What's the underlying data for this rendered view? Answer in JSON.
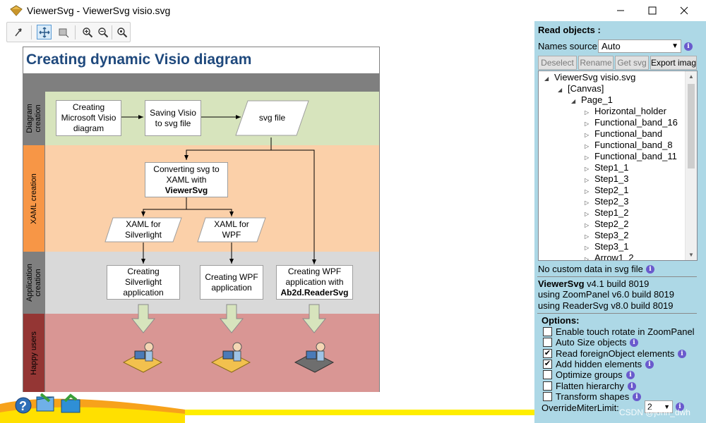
{
  "window": {
    "title": "ViewerSvg - ViewerSvg visio.svg",
    "min_glyph": "—",
    "max_glyph": "☐",
    "close_glyph": "✕"
  },
  "toolbar": {
    "icons": [
      "select-arrow-icon",
      "pan-icon",
      "zoom-rect-icon",
      "zoom-in-icon",
      "zoom-out-icon",
      "zoom-fit-icon"
    ]
  },
  "diagram": {
    "title": "Creating dynamic Visio diagram",
    "lanes": [
      {
        "label": "Diagram creation",
        "color": "#d7e4bd"
      },
      {
        "label": "XAML creation",
        "color": "#fbd0a9"
      },
      {
        "label": "Application creation",
        "color": "#d9d9d9"
      },
      {
        "label": "Happy users",
        "color": "#d99694"
      }
    ],
    "boxes": {
      "create_visio": "Creating Microsoft Visio diagram",
      "saving_visio": "Saving Visio to svg file",
      "svg_file": "svg file",
      "converting_line1": "Converting svg to XAML with",
      "converting_bold": "ViewerSvg",
      "xaml_silverlight": "XAML for Silverlight",
      "xaml_wpf": "XAML for WPF",
      "silverlight_app": "Creating Silverlight application",
      "wpf_app": "Creating WPF application",
      "wpf_app_with_line1": "Creating WPF application with",
      "wpf_app_with_bold": "Ab2d.ReaderSvg"
    }
  },
  "panel": {
    "read_objects": "Read objects",
    "read_objects_colon": " :",
    "names_source_label": "Names source:",
    "names_source_value": "Auto",
    "buttons": {
      "deselect": "Deselect",
      "rename": "Rename",
      "get_svg": "Get svg",
      "export": "Export imag"
    },
    "tree": [
      {
        "label": "ViewerSvg visio.svg",
        "level": 0,
        "expander": "◢"
      },
      {
        "label": "[Canvas]",
        "level": 1,
        "expander": "◢"
      },
      {
        "label": "Page_1",
        "level": 2,
        "expander": "◢"
      },
      {
        "label": "Horizontal_holder",
        "level": 3,
        "expander": "▷"
      },
      {
        "label": "Functional_band_16",
        "level": 3,
        "expander": "▷"
      },
      {
        "label": "Functional_band",
        "level": 3,
        "expander": "▷"
      },
      {
        "label": "Functional_band_8",
        "level": 3,
        "expander": "▷"
      },
      {
        "label": "Functional_band_11",
        "level": 3,
        "expander": "▷"
      },
      {
        "label": "Step1_1",
        "level": 3,
        "expander": "▷"
      },
      {
        "label": "Step1_3",
        "level": 3,
        "expander": "▷"
      },
      {
        "label": "Step2_1",
        "level": 3,
        "expander": "▷"
      },
      {
        "label": "Step2_3",
        "level": 3,
        "expander": "▷"
      },
      {
        "label": "Step1_2",
        "level": 3,
        "expander": "▷"
      },
      {
        "label": "Step2_2",
        "level": 3,
        "expander": "▷"
      },
      {
        "label": "Step3_2",
        "level": 3,
        "expander": "▷"
      },
      {
        "label": "Step3_1",
        "level": 3,
        "expander": "▷"
      },
      {
        "label": "Arrow1_2",
        "level": 3,
        "expander": "▷"
      }
    ],
    "no_custom_data": "No custom data in svg file",
    "version_name": "ViewerSvg",
    "version_rest": " v4.1 build 8019",
    "zoompanel": "using ZoomPanel v6.0 build 8019",
    "readersvg": "using ReaderSvg v8.0 build 8019",
    "options_label": "Options:",
    "options": [
      {
        "label": "Enable touch rotate in ZoomPanel",
        "checked": false,
        "info": false
      },
      {
        "label": "Auto Size objects",
        "checked": false,
        "info": true
      },
      {
        "label": "Read foreignObject elements",
        "checked": true,
        "info": true
      },
      {
        "label": "Add hidden elements",
        "checked": true,
        "info": true
      },
      {
        "label": "Optimize groups",
        "checked": false,
        "info": true
      },
      {
        "label": "Flatten hierarchy",
        "checked": false,
        "info": true
      },
      {
        "label": "Transform shapes",
        "checked": false,
        "info": true
      }
    ],
    "miter_label": "OverrideMiterLimit:",
    "miter_value": "2",
    "info_glyph": "i",
    "check_glyph": "✔",
    "watermark": "CSDN @john_dwh"
  }
}
